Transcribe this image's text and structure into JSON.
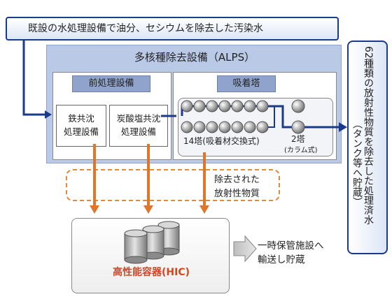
{
  "top_box": {
    "label": "既設の水処理設備で油分、セシウムを除去した汚染水"
  },
  "alps": {
    "title": "多核種除去設備（ALPS）",
    "pretreatment": {
      "tag": "前処理設備",
      "units": [
        {
          "line1": "鉄共沈",
          "line2": "処理設備"
        },
        {
          "line1": "炭酸塩共沈",
          "line2": "処理設備"
        }
      ]
    },
    "adsorption": {
      "tag": "吸着塔",
      "exchange_label": "14塔(吸着材交換式)",
      "column_label_1": "2塔",
      "column_label_2": "(カラム式)"
    }
  },
  "removed": {
    "line1": "除去された",
    "line2": "放射性物質"
  },
  "hic": {
    "label": "高性能容器(HIC)"
  },
  "storage": {
    "line1": "一時保管施設へ",
    "line2": "輸送し貯蔵"
  },
  "right_box": {
    "columns": [
      "62種類の放射性物質を除去した処理済水",
      "（タンク等へ貯蔵）"
    ]
  },
  "colors": {
    "flow": "#1a3a8c",
    "orange": "#e0762a",
    "alps_bg": "#b9c9e6",
    "hic_text": "#d0461f"
  }
}
